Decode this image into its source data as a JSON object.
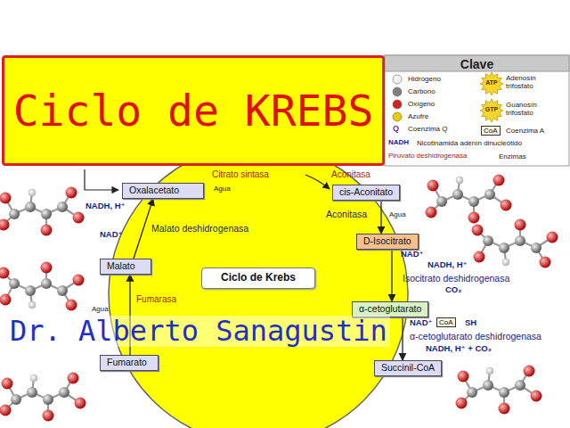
{
  "diagram": {
    "title": "Ciclo de KREBS",
    "nodes": [
      {
        "text": [
          "Oxalacetato"
        ]
      },
      {
        "text": [
          "cis-Aconitato"
        ]
      },
      {
        "text": [
          "D-Isocitrato"
        ]
      },
      {
        "text": [
          "Malato"
        ]
      },
      {
        "text": [
          "Ciclo de Krebs"
        ]
      },
      {
        "text": [
          "α-cetoglutarato"
        ]
      },
      {
        "text": [
          "Fumarato"
        ]
      },
      {
        "text": [
          "Succinil-CoA"
        ]
      }
    ],
    "edges": [
      {
        "from": 1,
        "to": 2,
        "arrow": "to",
        "label": "Aconitasa"
      },
      {
        "from": 2,
        "to": 5,
        "arrow": "to",
        "label": "Isocitrato deshidrogenasa"
      },
      {
        "from": 5,
        "to": 7,
        "arrow": "to",
        "label": "α-cetoglutarato deshidrogenasa"
      },
      {
        "from": 6,
        "to": 3,
        "arrow": "to",
        "label": "Fumarasa"
      },
      {
        "from": 3,
        "to": 0,
        "arrow": "to",
        "label": "Malato deshidrogenasa"
      }
    ],
    "labels": [
      "Clave",
      "ATP",
      "GTP",
      "Q",
      "CoA",
      "NADH",
      "Piruvato deshidrogenasa",
      "Citrato sintasa",
      "Agua",
      "Aconitasa",
      "Agua",
      "NADH, H⁺",
      "NAD⁺",
      "NAD⁺",
      "NADH, H⁺",
      "CO₂",
      "NAD⁺",
      "CoA",
      "SH",
      "NADH, H⁺ + CO₂",
      "Agua",
      "Dr. Alberto Sanagustin"
    ],
    "legend": [
      {
        "text": "Hidrógeno",
        "color": "#f2f2f2"
      },
      {
        "text": "Adenosín trifosfato"
      },
      {
        "text": "Carbono",
        "color": "#808080"
      },
      {
        "text": "Oxígeno",
        "color": "#d02020"
      },
      {
        "text": "Guanosín trifosfato"
      },
      {
        "text": "Azufre",
        "color": "#e8d000"
      },
      {
        "text": "Coenzima Q"
      },
      {
        "text": "Coenzima A"
      },
      {
        "text": "Nicotinamida adenín dinucleótido"
      },
      {
        "text": "Enzimas"
      }
    ]
  }
}
